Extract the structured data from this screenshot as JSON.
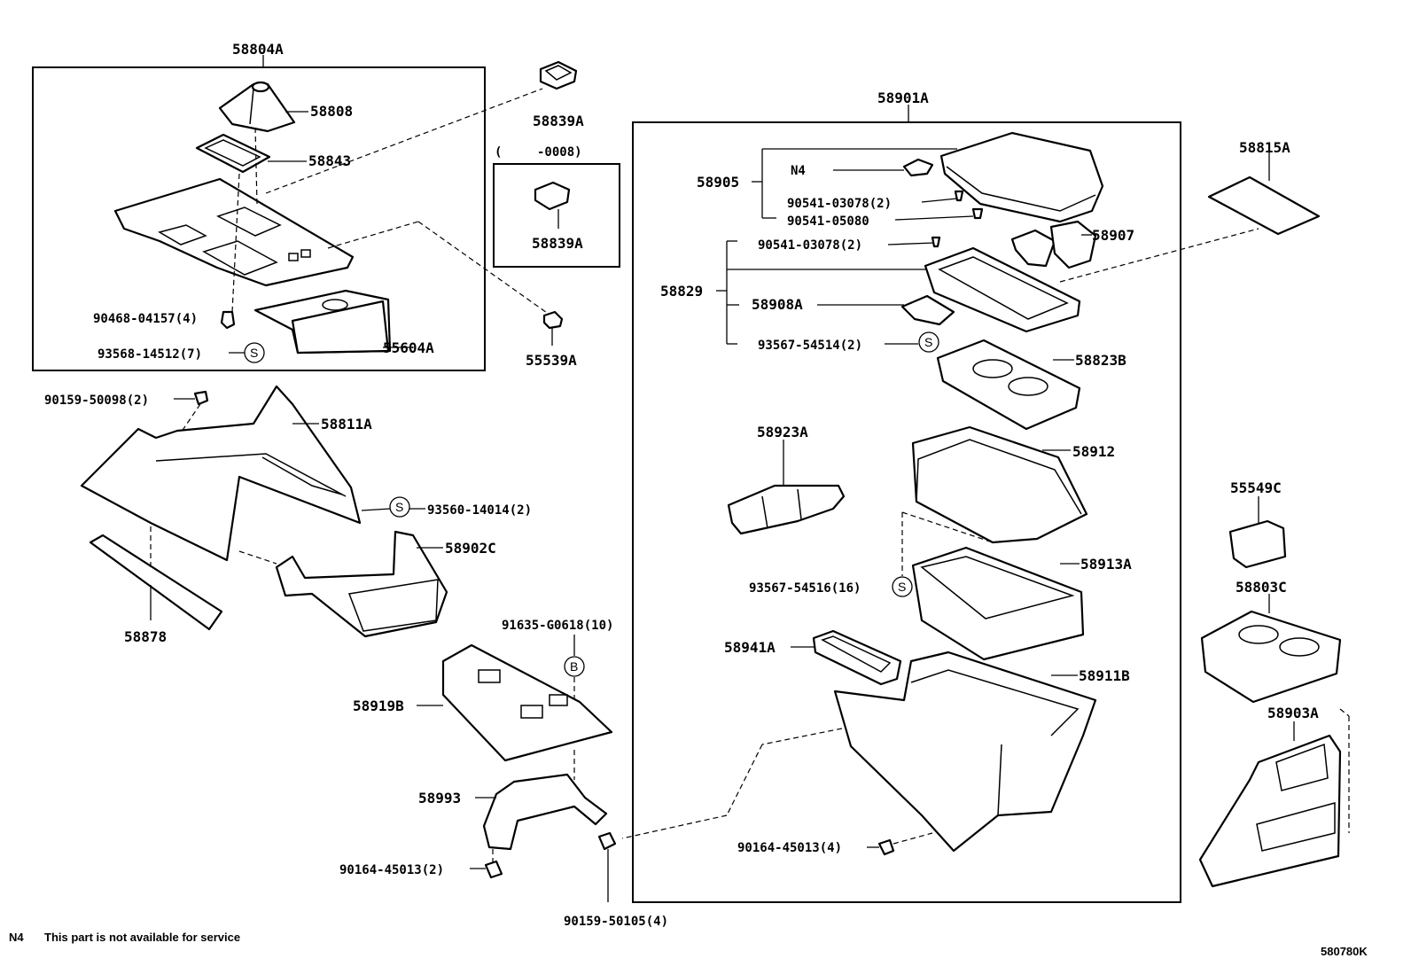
{
  "diagram": {
    "drawing_code": "580780K",
    "note_code": "N4",
    "note_text": "This part is not available for service",
    "variant_label_open": "(",
    "variant_label_code": "-0008)",
    "symbol_s": "S",
    "symbol_b": "B",
    "labels": {
      "p58804A": "58804A",
      "p58808": "58808",
      "p58843": "58843",
      "p90468": "90468-04157(4)",
      "p93568": "93568-14512(7)",
      "p55604A": "55604A",
      "p58839A_top": "58839A",
      "p58839A_box": "58839A",
      "p55539A": "55539A",
      "p58901A": "58901A",
      "p58905": "58905",
      "pN4": "N4",
      "p90541_03078_a": "90541-03078(2)",
      "p90541_05080": "90541-05080",
      "p90541_03078_b": "90541-03078(2)",
      "p58907": "58907",
      "p58829": "58829",
      "p58908A": "58908A",
      "p93567_54514": "93567-54514(2)",
      "p58823B": "58823B",
      "p58815A": "58815A",
      "p90159_50098": "90159-50098(2)",
      "p58811A": "58811A",
      "p93560": "93560-14014(2)",
      "p58902C": "58902C",
      "p58878": "58878",
      "p58923A": "58923A",
      "p58912": "58912",
      "p58913A": "58913A",
      "p93567_54516": "93567-54516(16)",
      "p58941A": "58941A",
      "p58911B": "58911B",
      "p55549C": "55549C",
      "p58803C": "58803C",
      "p58903A": "58903A",
      "p91635": "91635-G0618(10)",
      "p58919B": "58919B",
      "p58993": "58993",
      "p90164_a": "90164-45013(2)",
      "p90164_b": "90164-45013(4)",
      "p90159_50105": "90159-50105(4)"
    }
  }
}
